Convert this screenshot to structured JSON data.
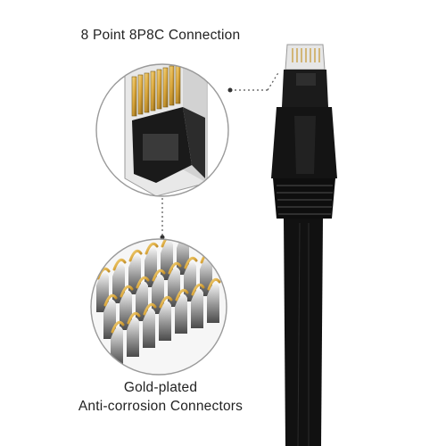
{
  "labels": {
    "top": "8 Point 8P8C Connection",
    "bottom_line1": "Gold-plated",
    "bottom_line2": "Anti-corrosion Connectors"
  },
  "colors": {
    "circle_outline": "#9a9a9a",
    "gold": "#d9a53a",
    "cable": "#111111",
    "plug_clear": "#dcdcdc"
  },
  "icons": [
    "rj45-connector-closeup",
    "gold-pins-closeup",
    "ethernet-cable-flat"
  ]
}
